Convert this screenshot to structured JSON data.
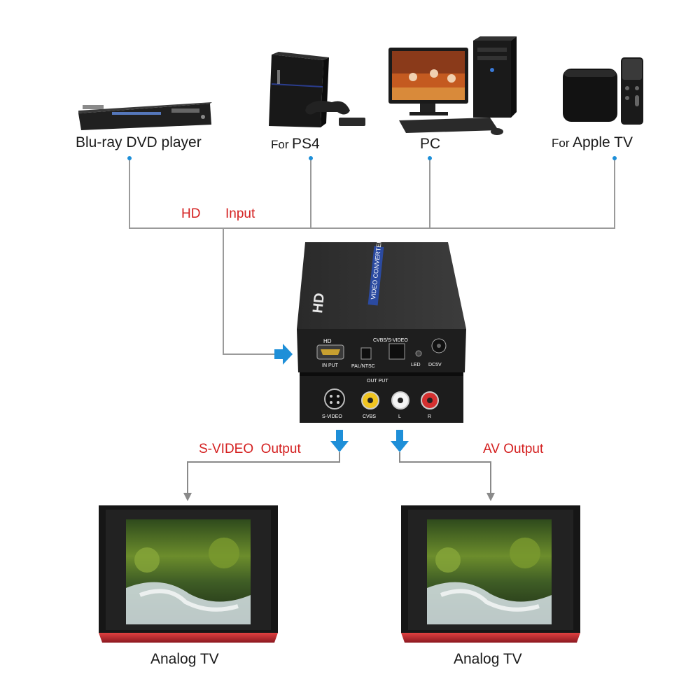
{
  "sources": [
    {
      "id": "bluray",
      "label": "Blu-ray DVD player",
      "icon": "bluray-player-icon"
    },
    {
      "id": "ps4",
      "prefix": "For",
      "label": "PS4",
      "icon": "ps4-console-icon"
    },
    {
      "id": "pc",
      "label": "PC",
      "icon": "desktop-pc-icon"
    },
    {
      "id": "appletv",
      "prefix": "For",
      "label": "Apple TV",
      "icon": "apple-tv-icon"
    }
  ],
  "input_label": {
    "part1": "HD",
    "part2": "Input"
  },
  "converter": {
    "logo": "HD",
    "brand": "VIDEO CONVERTER",
    "front_labels": {
      "hdmi": "HD",
      "input": "IN PUT",
      "switch": "PAL/NTSC",
      "output_mode": "CVBS/S-VIDEO",
      "led": "LED",
      "power": "DC5V"
    },
    "rear_labels": {
      "output": "OUT PUT",
      "svideo": "S-VIDEO",
      "cvbs": "CVBS",
      "left": "L",
      "right": "R"
    }
  },
  "outputs": [
    {
      "id": "svideo",
      "label": "S-VIDEO  Output"
    },
    {
      "id": "av",
      "label": "AV Output"
    }
  ],
  "tvs": [
    {
      "id": "tv1",
      "label": "Analog TV",
      "icon": "analog-tv-icon"
    },
    {
      "id": "tv2",
      "label": "Analog TV",
      "icon": "analog-tv-icon"
    }
  ],
  "colors": {
    "label_red": "#d42020",
    "connector_line": "#9a9a9a",
    "arrow_blue": "#1e8fd8",
    "tv_red": "#c0202a",
    "device_dark": "#1c1c1c"
  }
}
